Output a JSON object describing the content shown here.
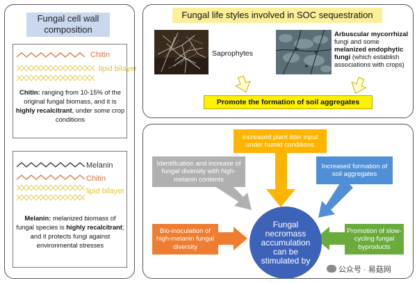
{
  "left": {
    "title": "Fungal cell wall composition",
    "box1": {
      "label_chitin": "Chitin",
      "label_lipid": "lipid bilayer",
      "text_bold1": "Chitin:",
      "text_a": " ranging from 10-15% of the original fungal biomass, and it is ",
      "text_bold2": "highly recalcitrant",
      "text_b": ", under some crop conditions"
    },
    "box2": {
      "label_melanin": "Melanin",
      "label_chitin": "Chitin",
      "label_lipid": "lipid bilayer",
      "text_bold1": "Melanin:",
      "text_a": " melanized biomass of fungal species is ",
      "text_bold2": "highly recalcitrant",
      "text_b": "; and it protects fungi against environmental stresses"
    }
  },
  "top": {
    "title": "Fungal life styles involved in SOC sequestration",
    "saprophytes": "Saprophytes",
    "amf_bold": "Arbuscular mycorrhizal",
    "amf_a": " fungi and some ",
    "amf_bold2": "melanized endophytic fungi",
    "amf_b": " (which establish associations with crops)",
    "promote": "Promote the formation of soil aggregates"
  },
  "bottom": {
    "center": "Fungal necromass accumulation can be stimulated by",
    "gray": "Identification and increase of fungal diversity with high-melanin contents",
    "orange_top": "Increased plant litter input under humid conditions",
    "blue": "Increased formation of soil aggregates",
    "orange_left": "Bio-inoculation of high-melanin fungal diversity",
    "green": "Promotion of slow-cycling fungal byproducts"
  },
  "watermark": "公众号 · 易菇网",
  "colors": {
    "chitin": "#d9733a",
    "lipid": "#e2c23a",
    "melanin": "#333333",
    "orange": "#ee7d31",
    "amber": "#ffb400",
    "gray": "#b0b0b0",
    "blue": "#4f8fd6",
    "green": "#6aab3b",
    "center": "#3c63b8"
  }
}
